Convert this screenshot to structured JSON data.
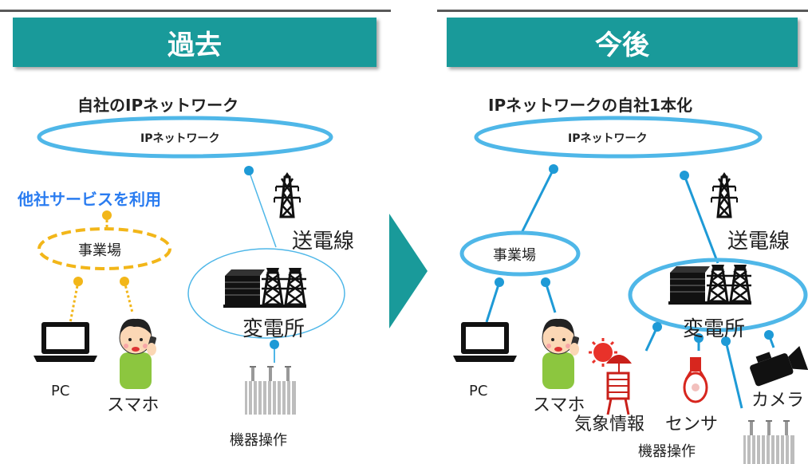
{
  "panels": {
    "past": {
      "header": "過去",
      "title": "自社のIPネットワーク",
      "network_label": "IPネットワーク",
      "other_service_label": "他社サービスを利用",
      "office_label": "事業場",
      "transmission_label": "送電線",
      "substation_label": "変電所",
      "pc_label": "PC",
      "phone_label": "スマホ",
      "equipment_label": "機器操作"
    },
    "future": {
      "header": "今後",
      "title": "IPネットワークの自社1本化",
      "network_label": "IPネットワーク",
      "office_label": "事業場",
      "transmission_label": "送電線",
      "substation_label": "変電所",
      "pc_label": "PC",
      "phone_label": "スマホ",
      "weather_label": "気象情報",
      "sensor_label": "センサ",
      "camera_label": "カメラ",
      "equipment_label": "機器操作"
    }
  },
  "colors": {
    "header_bg": "#199a9a",
    "network_blue": "#4fb7e8",
    "dashed_orange": "#f2b619",
    "accent_blue_text": "#2a7cf0",
    "arrow_teal": "#199a9a"
  },
  "icons": [
    "laptop-icon",
    "smartphone-person-icon",
    "transmission-tower-icon",
    "substation-icon",
    "transformer-icon",
    "weather-station-icon",
    "sensor-icon",
    "camera-icon"
  ]
}
